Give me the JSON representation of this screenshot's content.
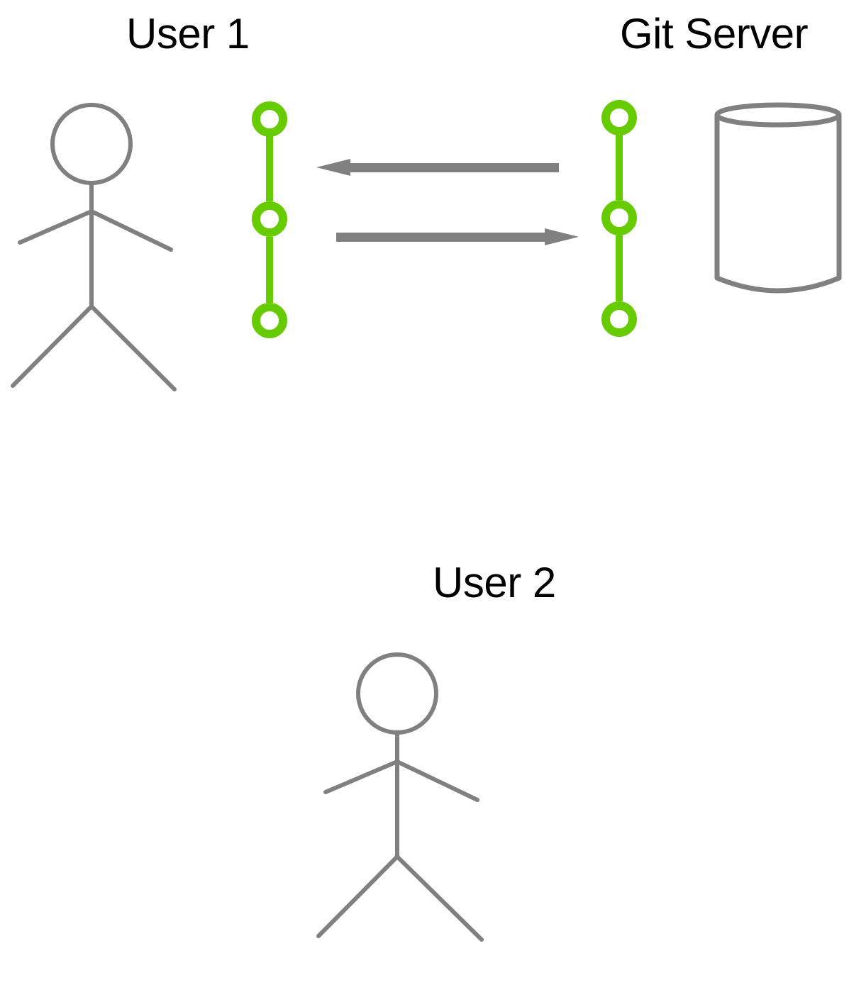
{
  "labels": {
    "user1": "User 1",
    "git_server": "Git Server",
    "user2": "User 2"
  },
  "colors": {
    "stroke": "#808080",
    "commit_green": "#66cc00",
    "text": "#000000",
    "background": "#ffffff"
  },
  "icons": {
    "user1": "stick-figure-icon",
    "user2": "stick-figure-icon",
    "server": "database-cylinder-icon",
    "local_repo": "commit-graph-icon",
    "remote_repo": "commit-graph-icon",
    "pull": "arrow-left-icon",
    "push": "arrow-right-icon"
  }
}
